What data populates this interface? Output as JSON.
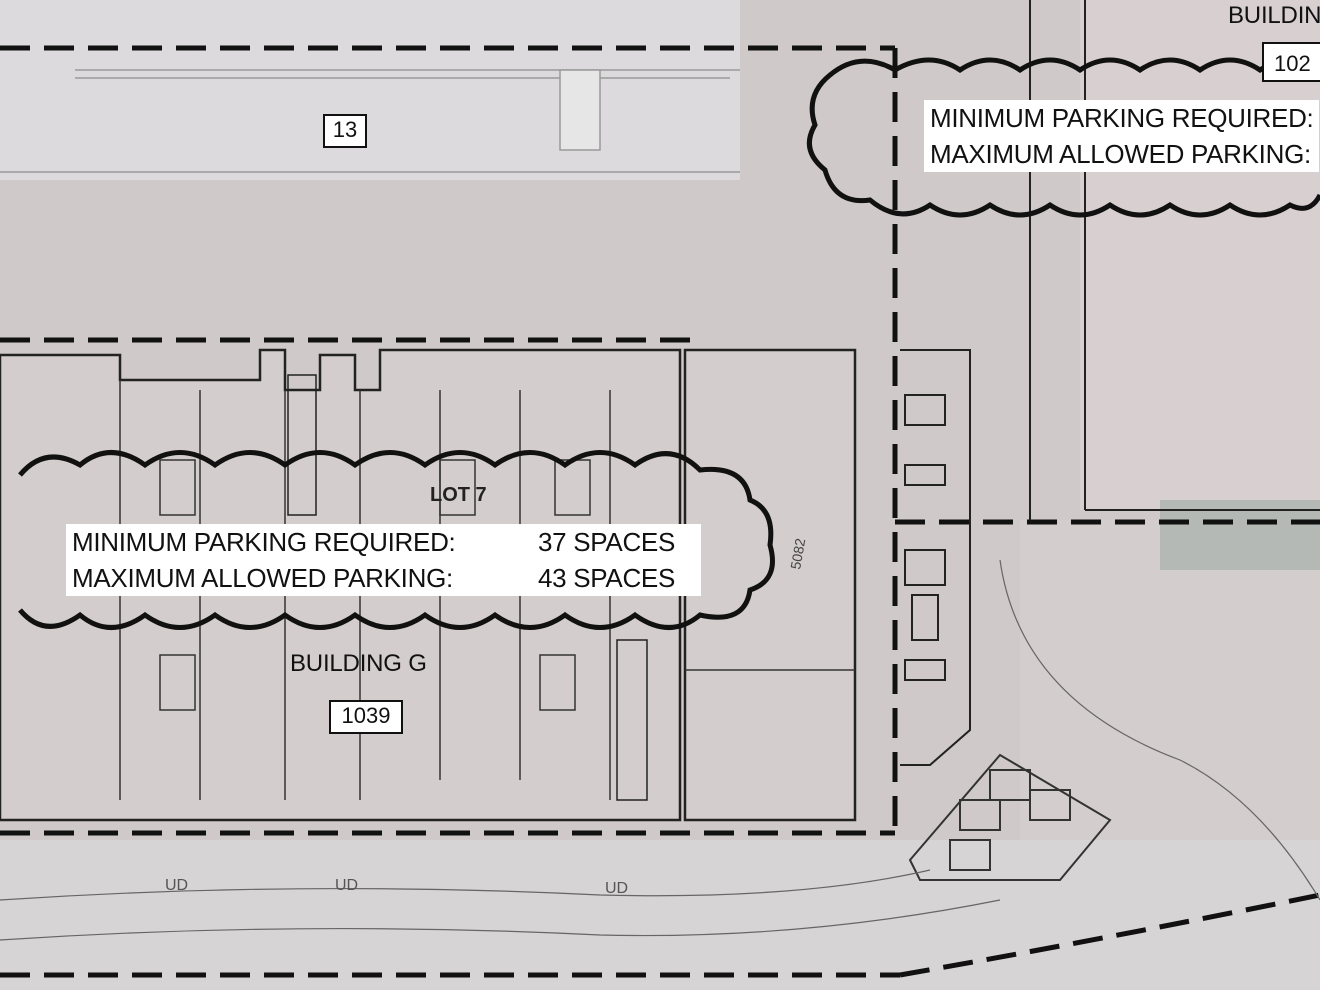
{
  "colors": {
    "background": "#cfc9c9",
    "linework": "#222222",
    "faint_linework": "#555555",
    "building_fill": "#d9d3d3",
    "aerial_fill": "#e2e0e2"
  },
  "building_top_right": {
    "label": "BUILDIN",
    "number": "102",
    "min_parking_label": "MINIMUM PARKING REQUIRED:",
    "max_parking_label": "MAXIMUM ALLOWED PARKING:"
  },
  "top_left_tag": "13",
  "lot_label": "LOT 7",
  "parking_note": {
    "min_label": "MINIMUM PARKING REQUIRED:",
    "min_value": "37 SPACES",
    "max_label": "MAXIMUM ALLOWED PARKING:",
    "max_value": "43 SPACES"
  },
  "building_g": {
    "label": "BUILDING G",
    "number": "1039"
  },
  "contour_label": "5082",
  "utility_labels": [
    "UD",
    "UD",
    "UD"
  ]
}
